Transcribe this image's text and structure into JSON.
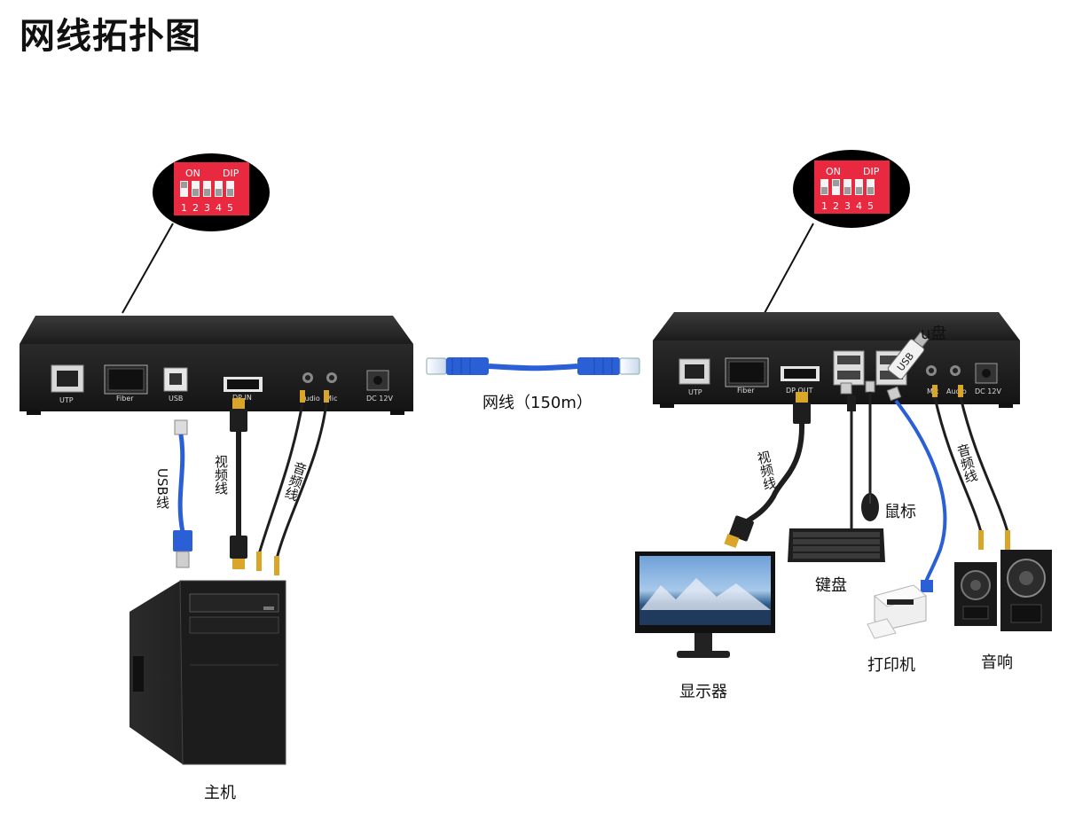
{
  "title": "网线拓扑图",
  "dip": {
    "on_label": "ON",
    "dip_label": "DIP",
    "numbers": [
      "1",
      "2",
      "3",
      "4",
      "5"
    ]
  },
  "transmitter": {
    "ports": [
      "UTP",
      "Fiber",
      "USB",
      "DP IN",
      "Audio",
      "Mic",
      "DC 12V"
    ]
  },
  "receiver": {
    "ports": [
      "UTP",
      "Fiber",
      "DP OUT",
      "Mic",
      "Audio",
      "DC 12V"
    ]
  },
  "labels": {
    "network_cable": "网线（150m）",
    "usb_cable": "USB线",
    "video_cable_left": "视频线",
    "audio_cable_left": "音频线",
    "video_cable_right": "视频线",
    "audio_cable_right": "音频线",
    "usb_drive": "u盘",
    "usb_stick_text": "USB",
    "mouse": "鼠标",
    "keyboard": "键盘",
    "monitor": "显示器",
    "printer": "打印机",
    "speaker": "音响",
    "host": "主机"
  },
  "colors": {
    "dip_red": "#e8293f",
    "cable_blue": "#2a5fd6",
    "device_black": "#1e1e1e",
    "connector_gold": "#d9a62a"
  }
}
